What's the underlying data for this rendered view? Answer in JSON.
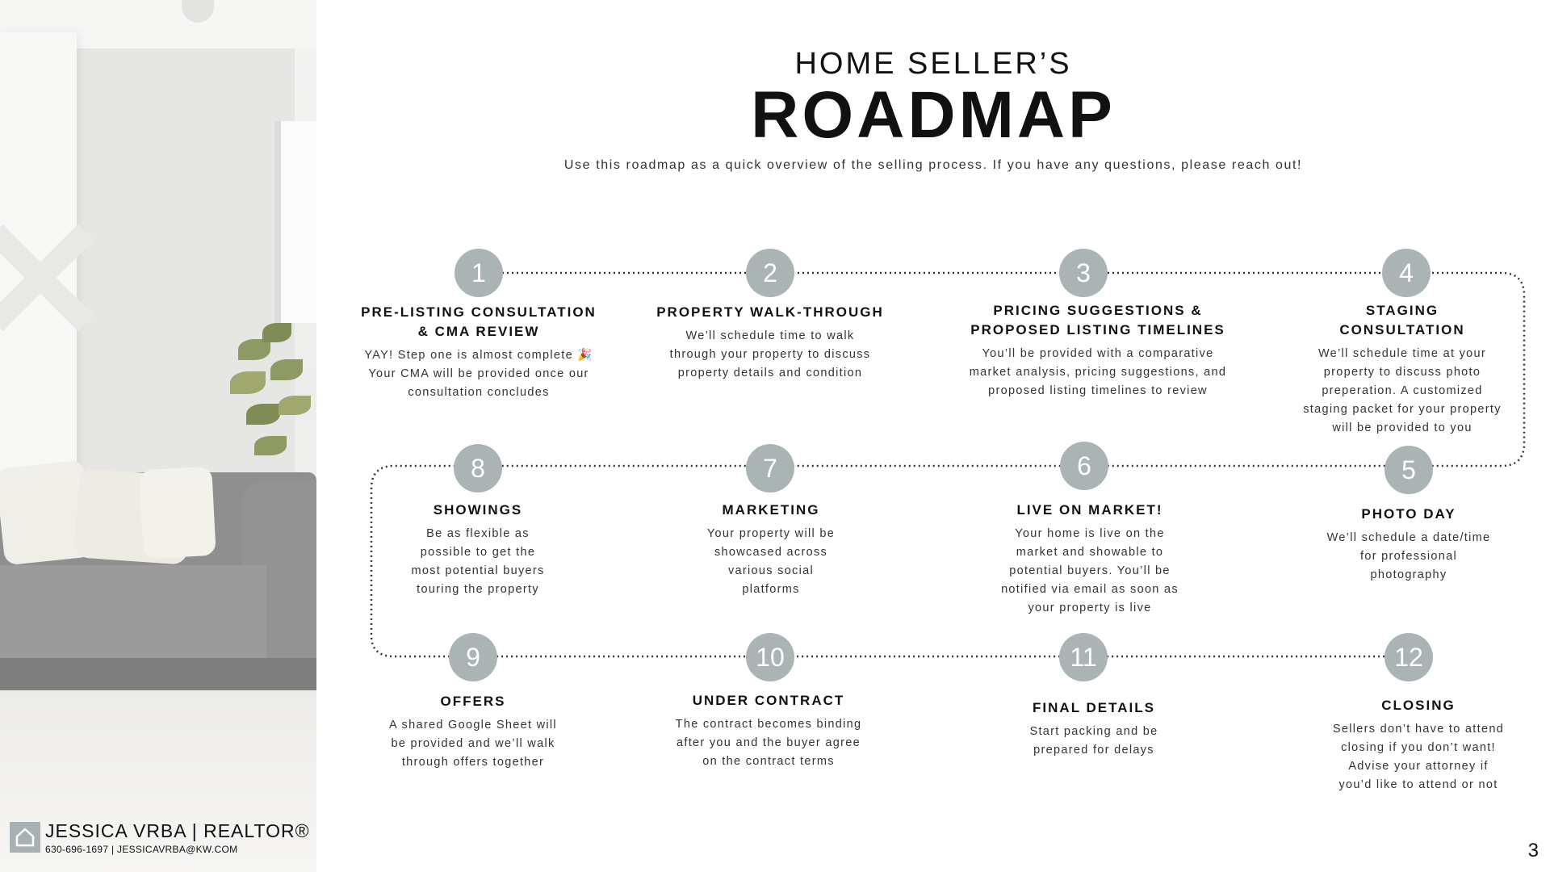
{
  "header": {
    "title_top": "HOME SELLER’S",
    "title_main": "ROADMAP",
    "subtitle": "Use this roadmap as a quick overview of the selling process. If you have any questions, please reach out!"
  },
  "brand": {
    "name": "JESSICA VRBA | REALTOR®",
    "contact": "630-696-1697 | JESSICAVRBA@KW.COM",
    "logo_icon": "house-icon"
  },
  "colors": {
    "circle": "#aab4b5",
    "text": "#111111",
    "road": "#333333"
  },
  "steps": [
    {
      "number": "1",
      "title": "PRE-LISTING CONSULTATION\n& CMA REVIEW",
      "desc": "YAY! Step one is almost complete 🎉\nYour CMA will be provided once our\nconsultation concludes"
    },
    {
      "number": "2",
      "title": "PROPERTY WALK-THROUGH",
      "desc": "We’ll schedule time to walk\nthrough your property to discuss\nproperty details and condition"
    },
    {
      "number": "3",
      "title": "PRICING SUGGESTIONS &\nPROPOSED LISTING TIMELINES",
      "desc": "You’ll be provided with a comparative\nmarket analysis, pricing suggestions, and\nproposed listing timelines to review"
    },
    {
      "number": "4",
      "title": "STAGING\nCONSULTATION",
      "desc": "We’ll schedule time at your\nproperty to discuss photo\npreperation. A customized\nstaging packet for your property\nwill be provided to you"
    },
    {
      "number": "5",
      "title": "PHOTO DAY",
      "desc": "We’ll schedule a date/time\nfor professional\nphotography"
    },
    {
      "number": "6",
      "title": "LIVE ON MARKET!",
      "desc": "Your home is live on the\nmarket and showable to\npotential buyers. You’ll be\nnotified via email as soon as\nyour property is live"
    },
    {
      "number": "7",
      "title": "MARKETING",
      "desc": "Your property will be\nshowcased across\nvarious social\nplatforms"
    },
    {
      "number": "8",
      "title": "SHOWINGS",
      "desc": "Be as flexible as\npossible to get the\nmost potential buyers\ntouring the property"
    },
    {
      "number": "9",
      "title": "OFFERS",
      "desc": "A shared Google Sheet will\nbe provided and we’ll walk\nthrough offers together"
    },
    {
      "number": "10",
      "title": "UNDER CONTRACT",
      "desc": "The contract becomes binding\nafter you and the buyer agree\non the contract terms"
    },
    {
      "number": "11",
      "title": "FINAL DETAILS",
      "desc": "Start packing and be\nprepared for delays"
    },
    {
      "number": "12",
      "title": "CLOSING",
      "desc": "Sellers don’t have to attend\nclosing if you don’t want!\nAdvise your attorney if\nyou’d like to attend or not"
    }
  ],
  "page_number": "3"
}
